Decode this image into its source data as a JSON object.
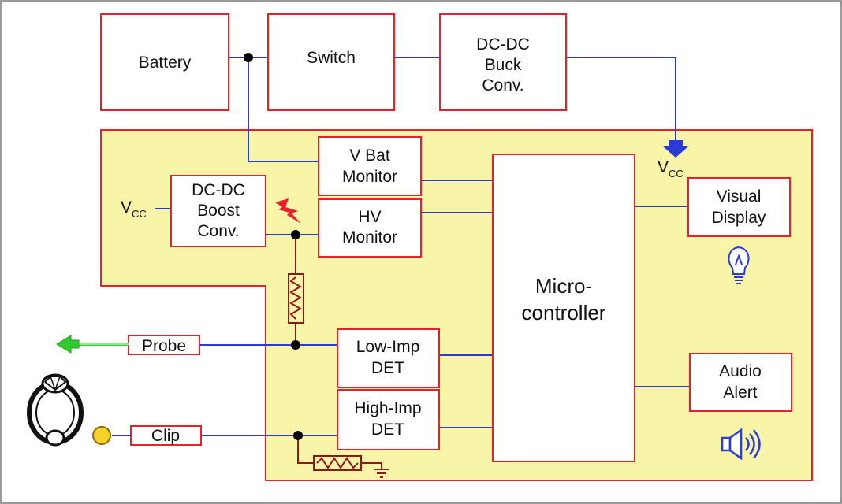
{
  "diagram": {
    "blocks": {
      "battery": "Battery",
      "switch": "Switch",
      "buck_line1": "DC-DC",
      "buck_line2": "Buck",
      "buck_line3": "Conv.",
      "vbat_line1": "V Bat",
      "vbat_line2": "Monitor",
      "boost_line1": "DC-DC",
      "boost_line2": "Boost",
      "boost_line3": "Conv.",
      "hv_line1": "HV",
      "hv_line2": "Monitor",
      "mcu_line1": "Micro-",
      "mcu_line2": "controller",
      "visual_line1": "Visual",
      "visual_line2": "Display",
      "audio_line1": "Audio",
      "audio_line2": "Alert",
      "lowimp_line1": "Low-Imp",
      "lowimp_line2": "DET",
      "highimp_line1": "High-Imp",
      "highimp_line2": "DET",
      "probe": "Probe",
      "clip": "Clip"
    },
    "vcc_labels": {
      "main": "V",
      "sub": "CC"
    },
    "icons": [
      "arrow-down-icon",
      "lightning-icon",
      "resistor-icon",
      "ground-icon",
      "lightbulb-icon",
      "speaker-icon",
      "ring-icon",
      "probe-arrow-icon",
      "clip-terminal-icon"
    ],
    "colors": {
      "block_border": "#e8202a",
      "panel_fill": "#f8f4a8",
      "wire": "#2b3bd6",
      "resistor": "#8b1a1a",
      "probe_green": "#2ecc2e",
      "clip_yellow": "#f4d32a",
      "lightning": "#e8202a",
      "bulb": "#2b3bd6"
    }
  }
}
